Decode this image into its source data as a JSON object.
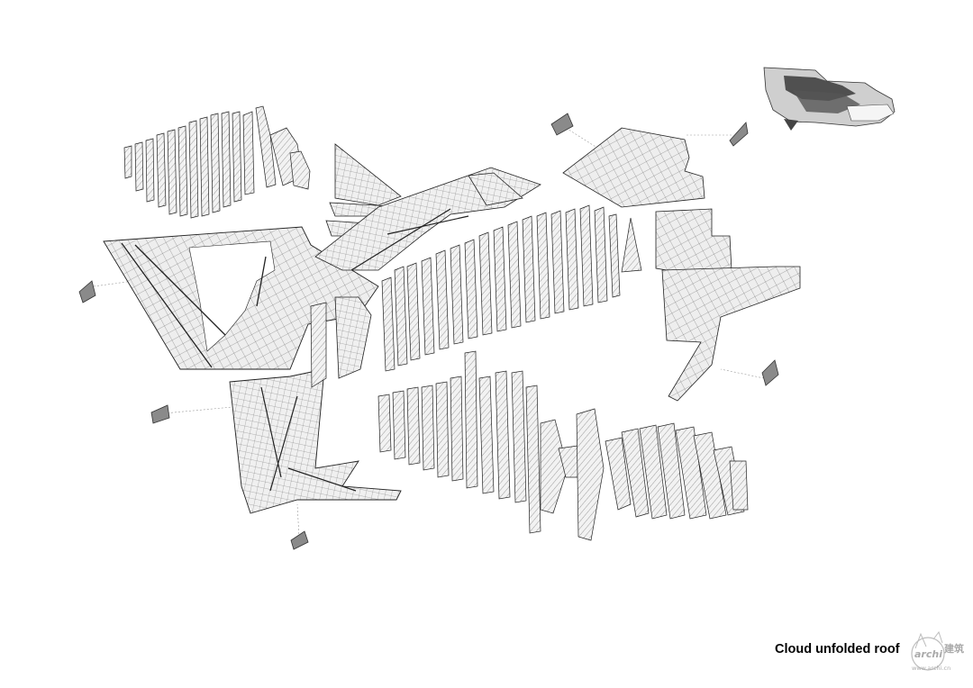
{
  "caption": "Cloud unfolded roof",
  "watermark": {
    "brand": "archi",
    "cn": "建筑",
    "url": "www.archi.cn"
  },
  "colors": {
    "line": "#222222",
    "hatch": "#e6e6e6",
    "dark_panel": "#8a8a8a",
    "leader": "#9a9a9a"
  },
  "icons": [
    "roof-unfold-drawing",
    "building-thumbnail",
    "archi-logo"
  ]
}
